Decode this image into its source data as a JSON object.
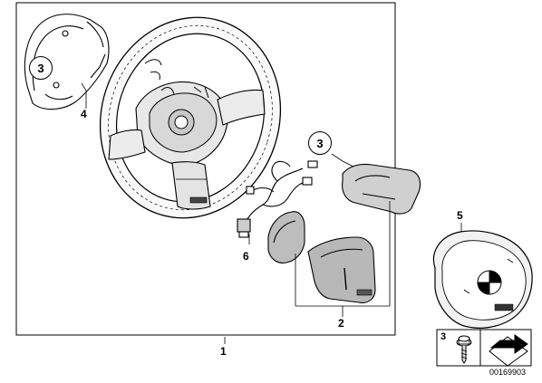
{
  "callouts": {
    "part_1": "1",
    "part_2": "2",
    "part_3_top": "3",
    "part_3_mid": "3",
    "part_4": "4",
    "part_5": "5",
    "part_6": "6"
  },
  "legend": {
    "item_number": "3"
  },
  "diagram_code": "00169903"
}
